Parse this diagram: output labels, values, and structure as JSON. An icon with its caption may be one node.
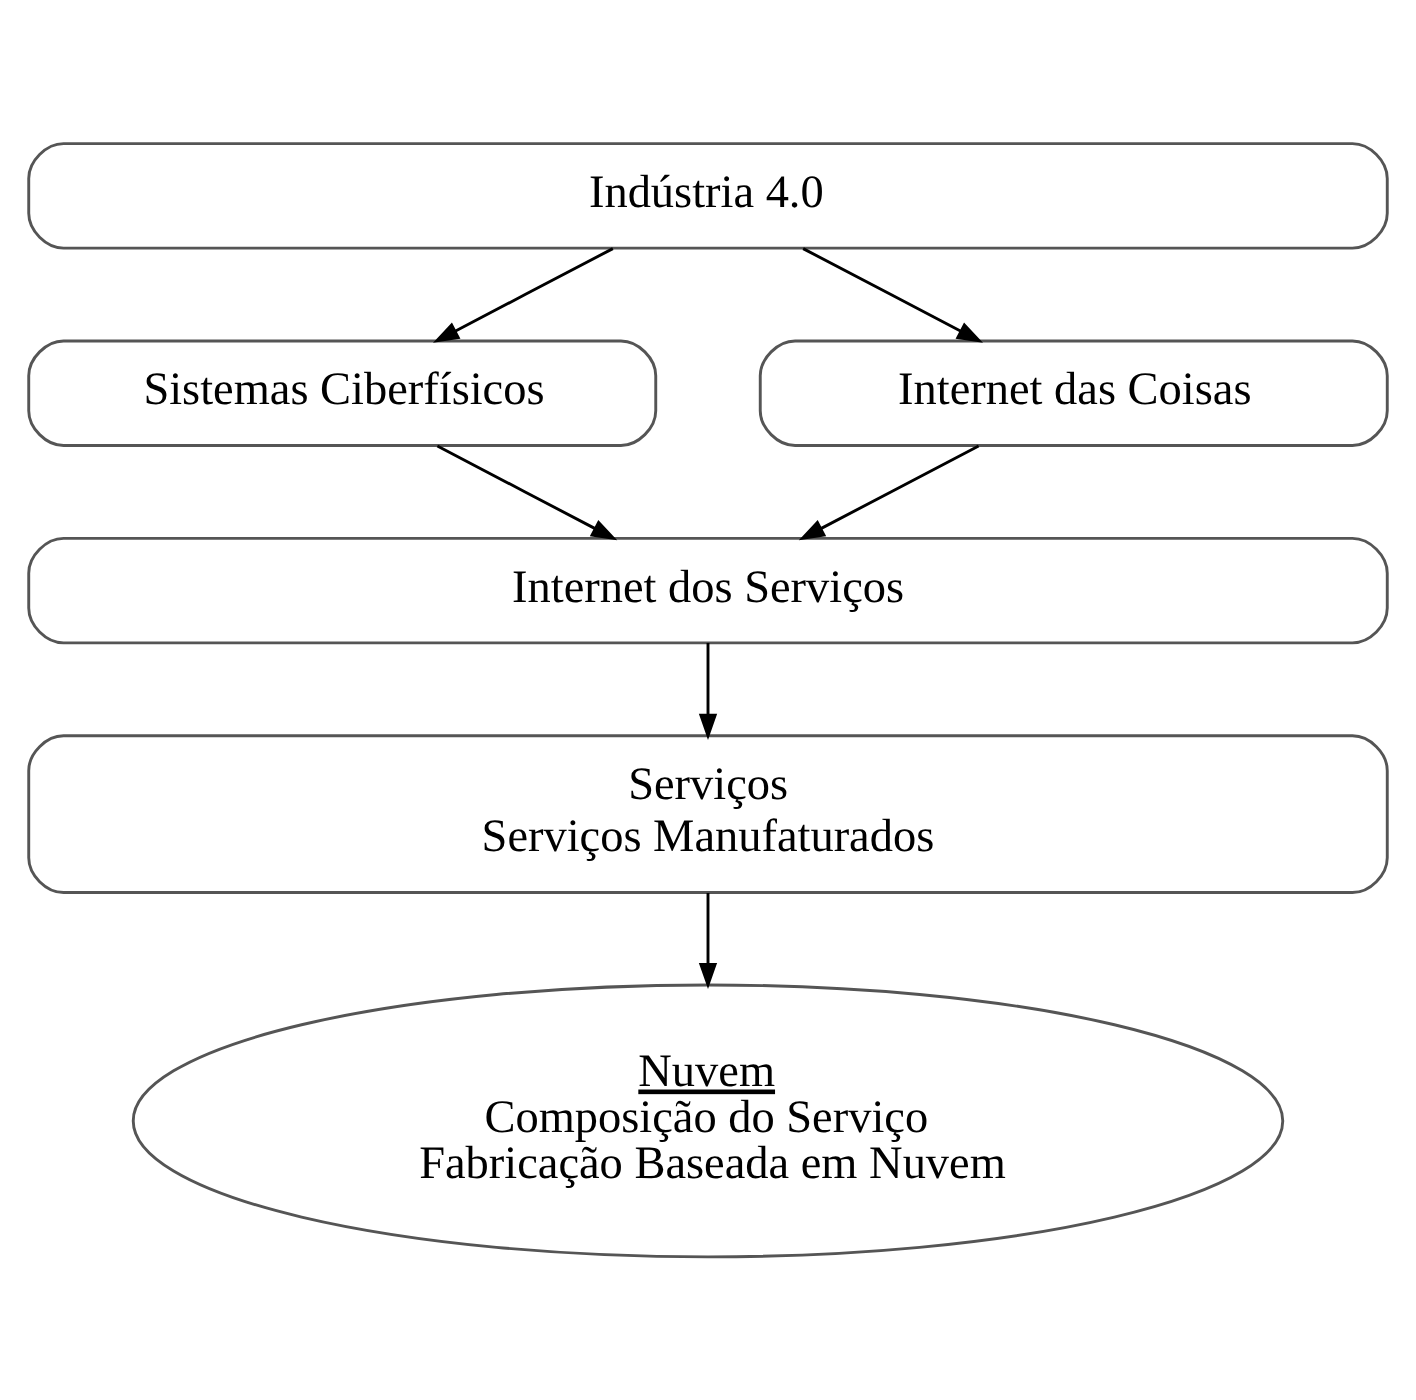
{
  "diagram": {
    "nodes": [
      {
        "text": [
          "Indústria 4.0"
        ]
      },
      {
        "text": [
          "Sistemas Ciberfísicos"
        ]
      },
      {
        "text": [
          "Internet das Coisas"
        ]
      },
      {
        "text": [
          "Internet dos Serviços"
        ]
      },
      {
        "text": [
          "Serviços",
          "Serviços Manufaturados"
        ]
      },
      {
        "text": [
          "Nuvem",
          "Composição do Serviço",
          "Fabricação Baseada em Nuvem"
        ]
      }
    ],
    "edges": [
      {
        "from": 0,
        "to": 1,
        "arrow": "to"
      },
      {
        "from": 0,
        "to": 2,
        "arrow": "to"
      },
      {
        "from": 1,
        "to": 3,
        "arrow": "to"
      },
      {
        "from": 2,
        "to": 3,
        "arrow": "to"
      },
      {
        "from": 3,
        "to": 4,
        "arrow": "to"
      },
      {
        "from": 4,
        "to": 5,
        "arrow": "to"
      }
    ]
  }
}
